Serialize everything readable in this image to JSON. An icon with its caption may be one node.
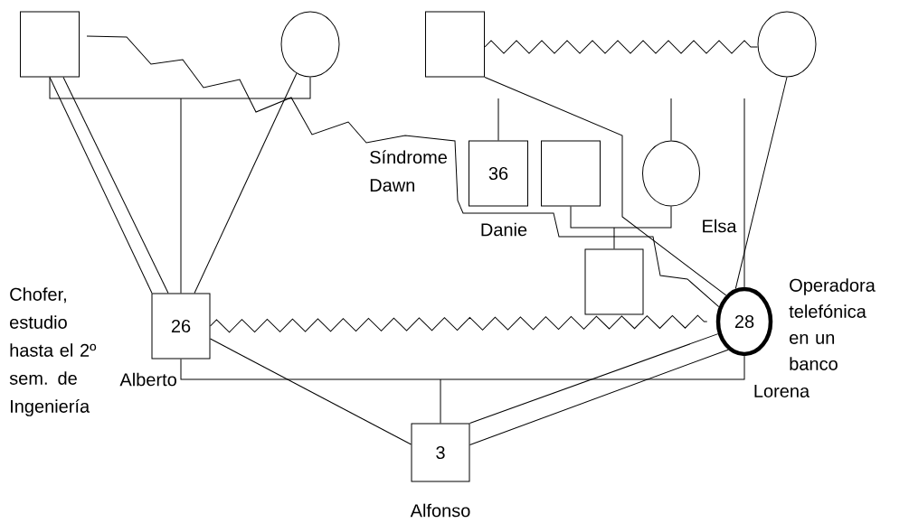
{
  "diagram": {
    "nodes": [
      {
        "text": [],
        "shape": "box"
      },
      {
        "text": [],
        "shape": "circle"
      },
      {
        "text": [],
        "shape": "box"
      },
      {
        "text": [],
        "shape": "circle"
      },
      {
        "text": [
          "36"
        ],
        "beside": [
          "Síndrome Dawn",
          "Danie"
        ]
      },
      {
        "text": [],
        "shape": "box"
      },
      {
        "text": [],
        "shape": "circle",
        "beside": [
          "Elsa"
        ]
      },
      {
        "text": [],
        "shape": "box"
      },
      {
        "text": [
          "26"
        ],
        "beside": [
          "Chofer, estudio hasta el 2º sem. de Ingeniería",
          "Alberto"
        ]
      },
      {
        "text": [
          "28"
        ],
        "beside": [
          "Operadora telefónica en un banco",
          "Lorena"
        ]
      },
      {
        "text": [
          "3"
        ],
        "beside": [
          "Alfonso"
        ]
      }
    ],
    "edges": [
      {
        "from": 0,
        "to": 1,
        "arrow": "none"
      },
      {
        "from": null,
        "to": 8,
        "arrow": "none"
      },
      {
        "from": 0,
        "to": 8,
        "arrow": "none"
      },
      {
        "from": 1,
        "to": 8,
        "arrow": "none"
      },
      {
        "from": 0,
        "to": 9,
        "arrow": "none"
      },
      {
        "from": 2,
        "to": 3,
        "arrow": "none"
      },
      {
        "from": 2,
        "to": 9,
        "arrow": "none"
      },
      {
        "from": 3,
        "to": 9,
        "arrow": "none"
      },
      {
        "from": null,
        "to": 4,
        "arrow": "none"
      },
      {
        "from": null,
        "to": 6,
        "arrow": "none"
      },
      {
        "from": null,
        "to": 9,
        "arrow": "none"
      },
      {
        "from": 5,
        "to": 6,
        "arrow": "none"
      },
      {
        "from": null,
        "to": 7,
        "arrow": "none"
      },
      {
        "from": 8,
        "to": 9,
        "arrow": "none"
      },
      {
        "from": 8,
        "to": 9,
        "arrow": "none"
      },
      {
        "from": null,
        "to": 10,
        "arrow": "none"
      },
      {
        "from": 8,
        "to": 10,
        "arrow": "none"
      },
      {
        "from": 9,
        "to": 10,
        "arrow": "none"
      },
      {
        "from": 0,
        "to": 8,
        "arrow": "none"
      },
      {
        "from": 9,
        "to": 10,
        "arrow": "none"
      }
    ]
  }
}
